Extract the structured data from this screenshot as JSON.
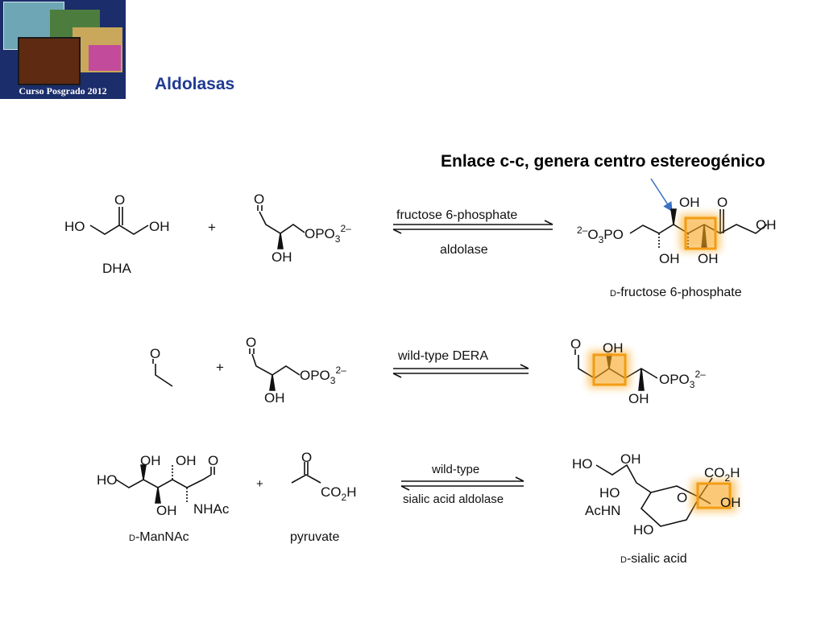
{
  "header": {
    "logo_caption": "Curso Posgrado 2012",
    "title": "Aldolasas"
  },
  "annotation": {
    "text": "Enlace c-c, genera centro estereogénico",
    "arrow_color": "#3a6fc4",
    "highlight_color": "#f5a623"
  },
  "reactions": [
    {
      "substrate1_label": "DHA",
      "plus": "+",
      "enzyme_top": "fructose 6-phosphate",
      "enzyme_bottom": "aldolase",
      "product_label_prefix": "D",
      "product_label_rest": "-fructose 6-phosphate"
    },
    {
      "plus": "+",
      "enzyme_top": "wild-type DERA"
    },
    {
      "substrate1_label_prefix": "D",
      "substrate1_label_rest": "-ManNAc",
      "plus": "+",
      "substrate2_label": "pyruvate",
      "enzyme_top": "wild-type",
      "enzyme_bottom": "sialic acid aldolase",
      "product_label_prefix": "D",
      "product_label_rest": "-sialic acid"
    }
  ],
  "atoms": {
    "HO": "HO",
    "OH": "OH",
    "O": "O",
    "OPO3": "OPO",
    "PO3_sub": "3",
    "charge": "2–",
    "O3PO_pre": "2–",
    "O3PO": "O",
    "O3PO_sub": "3",
    "O3PO_tail": "PO",
    "NHAc": "NHAc",
    "AcHN": "AcHN",
    "CO2H_main": "CO",
    "CO2H_sub": "2",
    "CO2H_tail": "H"
  }
}
